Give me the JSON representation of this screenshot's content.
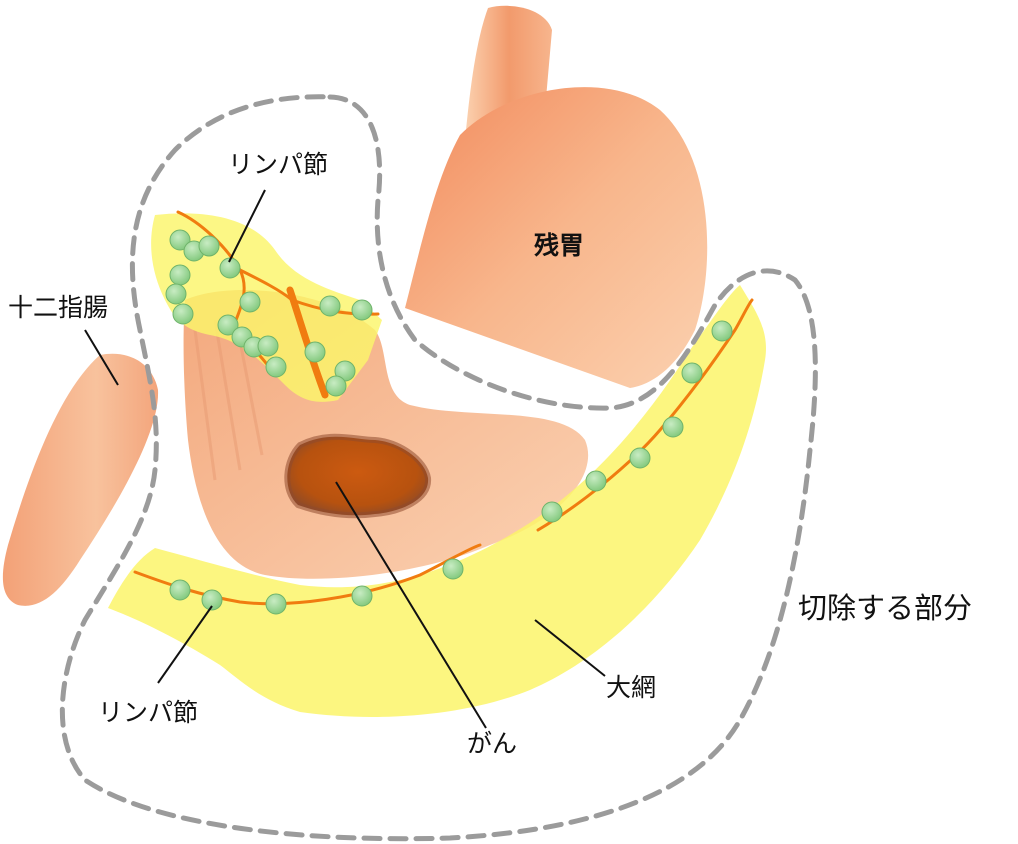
{
  "labels": {
    "lymph_node_top": "リンパ節",
    "remnant_stomach": "残胃",
    "duodenum": "十二指腸",
    "resection_area": "切除する部分",
    "greater_omentum": "大網",
    "lymph_node_bottom": "リンパ節",
    "cancer": "がん"
  },
  "colors": {
    "omentum_yellow": "#fbf56a",
    "organ_light": "#f9c9a2",
    "organ_dark": "#f08f62",
    "vessel_orange": "#f07c10",
    "lymph_node_green": "#93d48f",
    "cancer": "#c55a1a",
    "dashed_outline": "#9b9b9b"
  }
}
